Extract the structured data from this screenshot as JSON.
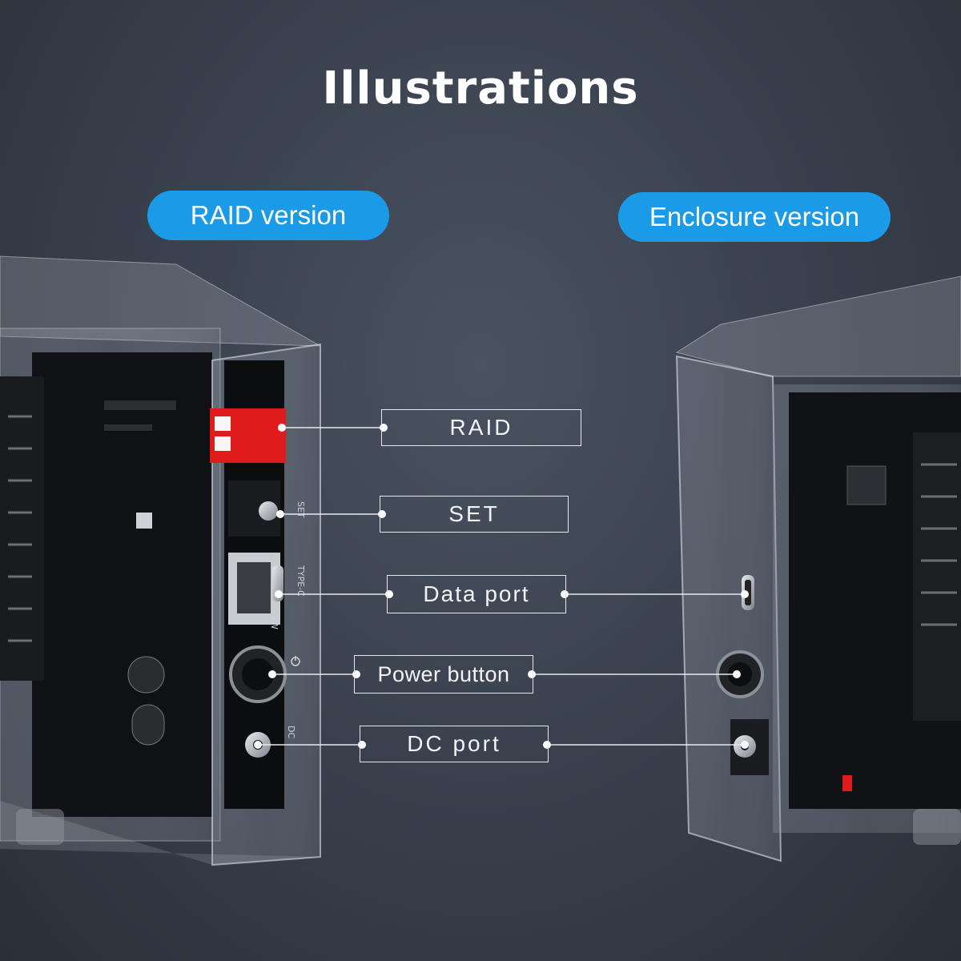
{
  "title": "Illustrations",
  "versions": {
    "raid_label": "RAID version",
    "enclosure_label": "Enclosure version"
  },
  "callouts": {
    "raid": "RAID",
    "set": "SET",
    "data_port": "Data port",
    "power_button": "Power button",
    "dc_port": "DC port"
  },
  "device_markings": {
    "set": "SET",
    "type_c": "TYPE-C",
    "sw": "SW",
    "dc": "DC"
  },
  "colors": {
    "accent": "#1b9ae8",
    "switch_red": "#e01b1b"
  },
  "icons": {
    "power": "power-icon"
  }
}
